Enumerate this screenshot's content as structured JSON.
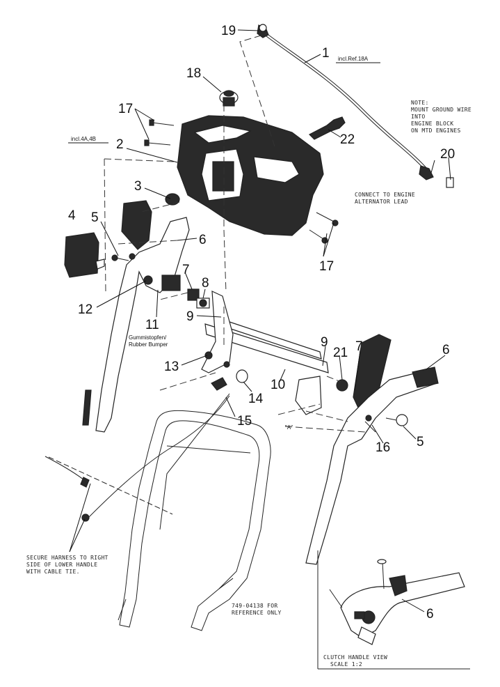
{
  "callouts": [
    {
      "id": "c1",
      "text": "1"
    },
    {
      "id": "c2",
      "text": "2"
    },
    {
      "id": "c3",
      "text": "3"
    },
    {
      "id": "c4",
      "text": "4"
    },
    {
      "id": "c5a",
      "text": "5"
    },
    {
      "id": "c5b",
      "text": "5"
    },
    {
      "id": "c6a",
      "text": "6"
    },
    {
      "id": "c6b",
      "text": "6"
    },
    {
      "id": "c6c",
      "text": "6"
    },
    {
      "id": "c7a",
      "text": "7"
    },
    {
      "id": "c7b",
      "text": "7"
    },
    {
      "id": "c8",
      "text": "8"
    },
    {
      "id": "c9a",
      "text": "9"
    },
    {
      "id": "c9b",
      "text": "9"
    },
    {
      "id": "c10",
      "text": "10"
    },
    {
      "id": "c11",
      "text": "11"
    },
    {
      "id": "c12",
      "text": "12"
    },
    {
      "id": "c13",
      "text": "13"
    },
    {
      "id": "c14",
      "text": "14"
    },
    {
      "id": "c15",
      "text": "15"
    },
    {
      "id": "c16",
      "text": "16"
    },
    {
      "id": "c17a",
      "text": "17"
    },
    {
      "id": "c17b",
      "text": "17"
    },
    {
      "id": "c18",
      "text": "18"
    },
    {
      "id": "c19",
      "text": "19"
    },
    {
      "id": "c20",
      "text": "20"
    },
    {
      "id": "c21",
      "text": "21"
    },
    {
      "id": "c22",
      "text": "22"
    }
  ],
  "labels": {
    "incl_ref": "incl.Ref.18A",
    "incl_4a4b": "incl.4A,4B",
    "bumper_de": "Gummistopfen/",
    "bumper_en": "Rubber Bumper",
    "point_a": "\"A\""
  },
  "notes": {
    "ground": [
      "NOTE:",
      "MOUNT GROUND WIRE",
      "INTO",
      "ENGINE BLOCK",
      "ON MTD ENGINES"
    ],
    "alternator": [
      "CONNECT TO ENGINE",
      "ALTERNATOR LEAD"
    ],
    "harness": [
      "SECURE HARNESS TO RIGHT",
      "SIDE OF LOWER HANDLE",
      "WITH CABLE TIE."
    ],
    "reference": [
      "749-04138 FOR",
      "REFERENCE ONLY"
    ],
    "clutch_view": [
      "CLUTCH HANDLE VIEW",
      "SCALE 1:2"
    ]
  }
}
